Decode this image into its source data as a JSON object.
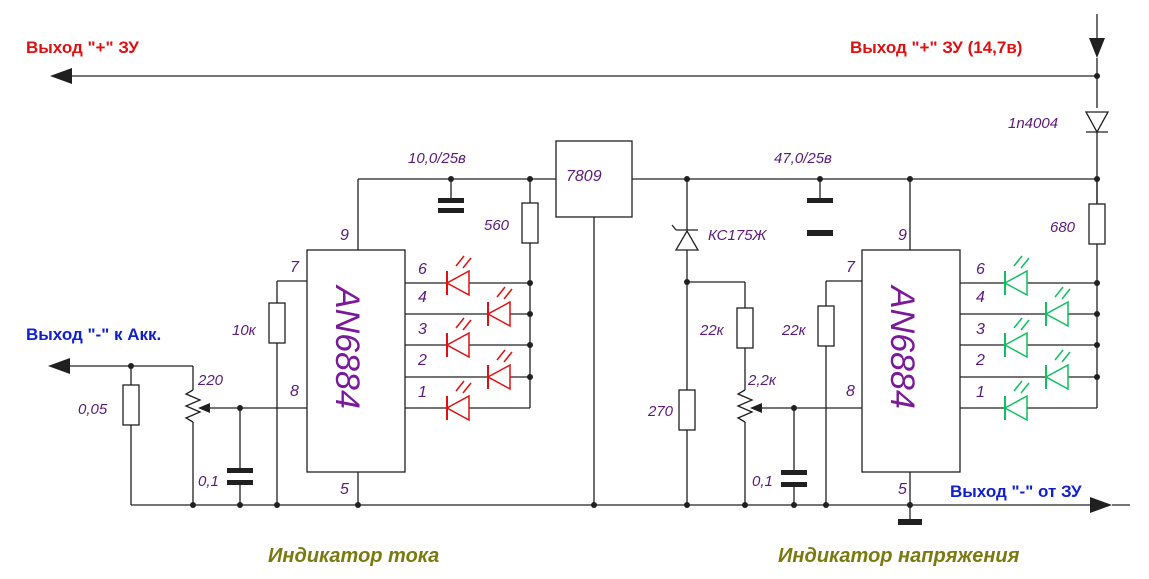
{
  "labels": {
    "out_plus_left": "Выход \"+\" ЗУ",
    "out_plus_right": "Выход \"+\" ЗУ (14,7в)",
    "out_minus_left": "Выход \"-\" к Акк.",
    "out_minus_right": "Выход \"-\"  от ЗУ",
    "title_current": "Индикатор тока",
    "title_voltage": "Индикатор напряжения"
  },
  "components": {
    "regulator": "7809",
    "diode": "1n4004",
    "zener": "КС175Ж",
    "ic_left": "AN6884",
    "ic_right": "AN6884",
    "cap_left_top": "10,0/25в",
    "cap_right_top": "47,0/25в",
    "r_left_560": "560",
    "r_right_680": "680",
    "r_left_10k": "10к",
    "r_left_220": "220",
    "r_left_005": "0,05",
    "c_left_01": "0,1",
    "r_mid_22k": "22к",
    "r_mid_22k_pot": "2,2к",
    "r_mid_270": "270",
    "r_right_22k": "22к",
    "c_right_01": "0,1"
  },
  "pins": {
    "left_9": "9",
    "left_7": "7",
    "left_8": "8",
    "left_5": "5",
    "right_9": "9",
    "right_7": "7",
    "right_8": "8",
    "right_5": "5"
  },
  "led_numbers": [
    "6",
    "4",
    "3",
    "2",
    "1"
  ],
  "colors": {
    "power_label": "#e01010",
    "ground_label": "#1020d0",
    "led_current": "#e01010",
    "led_voltage": "#10c060",
    "component_text": "#5a1a7a",
    "title": "#7a7a10"
  }
}
